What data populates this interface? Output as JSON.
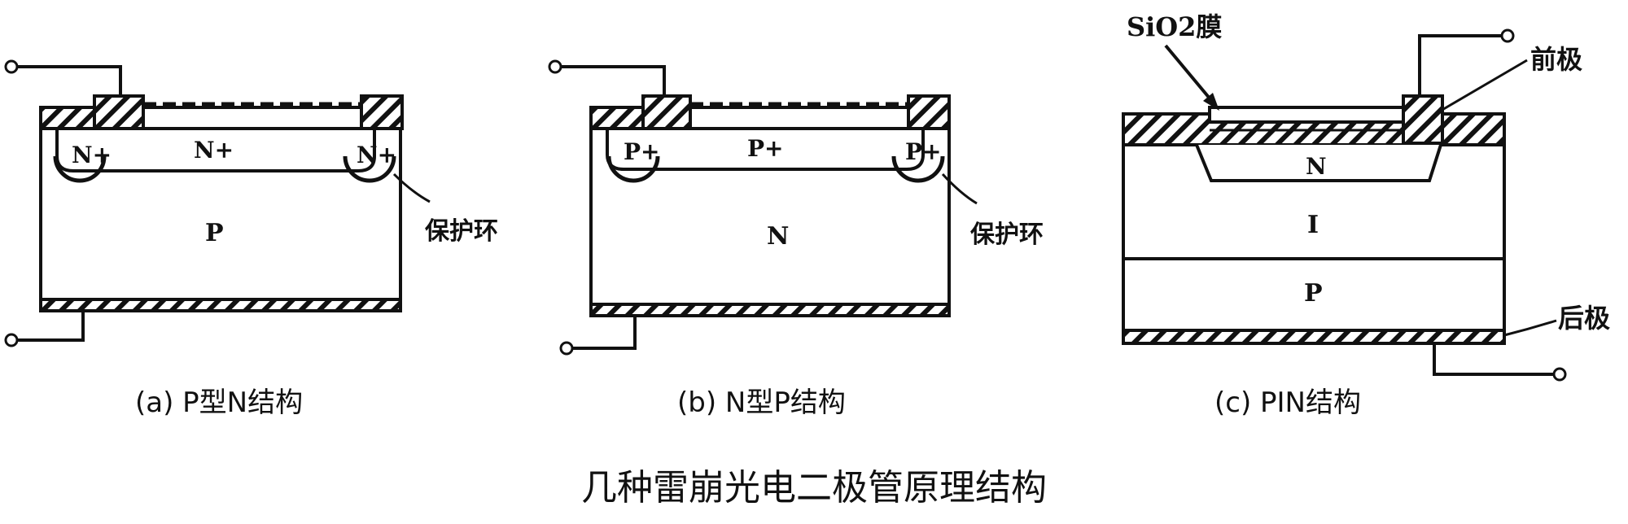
{
  "diagram_a": {
    "regions": {
      "n_plus_left": "N+",
      "n_plus_center": "N+",
      "n_plus_right": "N+",
      "body": "P"
    },
    "guard_ring_label": "保护环",
    "caption": "(a) P型N结构"
  },
  "diagram_b": {
    "regions": {
      "p_plus_left": "P+",
      "p_plus_center": "P+",
      "p_plus_right": "P+",
      "body": "N"
    },
    "guard_ring_label": "保护环",
    "caption": "(b) N型P结构"
  },
  "diagram_c": {
    "regions": {
      "n": "N",
      "i": "I",
      "p": "P"
    },
    "sio2_label": "SiO2膜",
    "front_electrode_label": "前极",
    "back_electrode_label": "后极",
    "caption": "(c) PIN结构"
  },
  "figure_title": "几种雷崩光电二极管原理结构"
}
